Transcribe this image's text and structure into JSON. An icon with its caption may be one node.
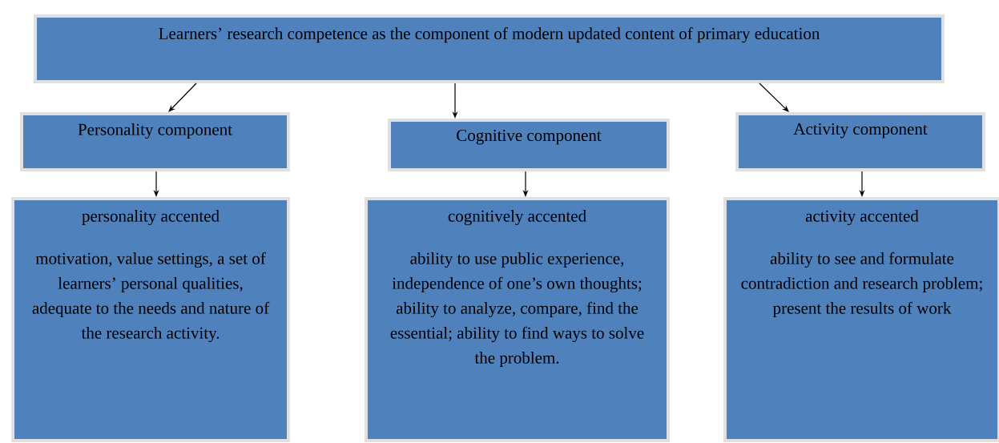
{
  "diagram": {
    "nodes": [
      {
        "text": [
          "Learners’ research competence as the component of modern updated content of primary education"
        ]
      },
      {
        "text": [
          "Personality component"
        ]
      },
      {
        "text": [
          "Cognitive component"
        ]
      },
      {
        "text": [
          "Activity component"
        ]
      },
      {
        "text": [
          "personality accented",
          "motivation, value settings, a set of learners’ personal qualities, adequate to the needs and nature of the research activity."
        ]
      },
      {
        "text": [
          "cognitively accented",
          "ability to use public experience, independence of one’s own thoughts; ability to analyze, compare, find the essential; ability to find ways to solve the problem."
        ]
      },
      {
        "text": [
          "activity accented",
          "ability to see and formulate contradiction and research problem; present the results of work"
        ]
      }
    ],
    "edges": [
      {
        "from": 0,
        "to": 1,
        "arrow": "to"
      },
      {
        "from": 0,
        "to": 2,
        "arrow": "to"
      },
      {
        "from": 0,
        "to": 3,
        "arrow": "to"
      },
      {
        "from": 1,
        "to": 4,
        "arrow": "to"
      },
      {
        "from": 2,
        "to": 5,
        "arrow": "to"
      },
      {
        "from": 3,
        "to": 6,
        "arrow": "to"
      }
    ]
  }
}
